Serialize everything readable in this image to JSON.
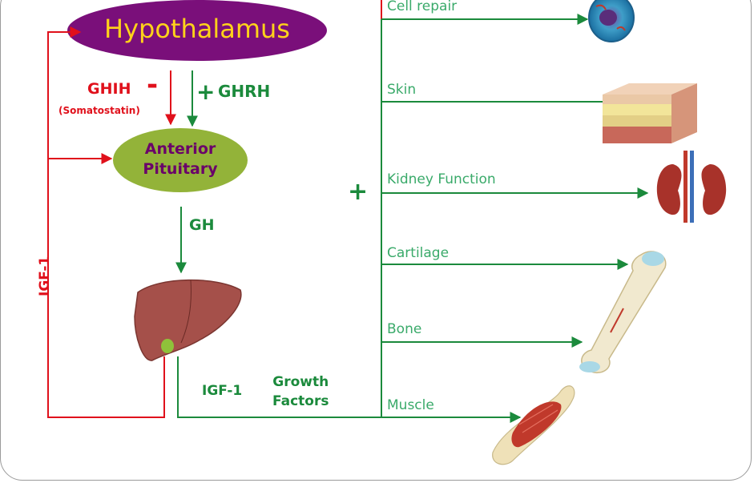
{
  "hypothalamus": "Hypothalamus",
  "anterior_pituitary": [
    "Anterior",
    "Pituitary"
  ],
  "ghih": "GHIH",
  "somatostatin": "(Somatostatin)",
  "ghrh": "GHRH",
  "gh": "GH",
  "igf1_feedback": "IGF-1",
  "igf1_output": "IGF-1",
  "growth_factors": [
    "Growth",
    "Factors"
  ],
  "minus_sign": "-",
  "plus_sign_ghrh": "+",
  "plus_sign_main": "+",
  "targets": [
    "Cell repair",
    "Skin",
    "Kidney Function",
    "Cartilage",
    "Bone",
    "Muscle"
  ],
  "colors": {
    "inhibit": "#e0101b",
    "stimulate": "#1b8a3c",
    "target_text": "#3aaa6a",
    "hypothalamus_fill": "#7a0f7a",
    "pituitary_fill": "#93b339"
  }
}
